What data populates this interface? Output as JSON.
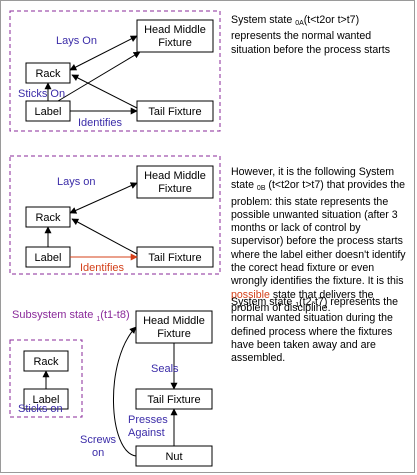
{
  "colors": {
    "label_blue": "#3b2ca8",
    "label_purple": "#8a2a9a",
    "highlight_red": "#d4401a",
    "border_purple": "#8a2a9a"
  },
  "panel1": {
    "nodes": {
      "head": [
        "Head Middle",
        "Fixture"
      ],
      "rack": "Rack",
      "label": "Label",
      "tail": "Tail Fixture"
    },
    "edges": {
      "lays_on": "Lays On",
      "sticks_on": "Sticks On",
      "identifies": "Identifies"
    },
    "text": {
      "p1": "System state ",
      "sub": "0A",
      "p2": "(t<t2or t>t7) represents the normal wanted situation before the process starts"
    }
  },
  "panel2": {
    "nodes": {
      "head": [
        "Head Middle",
        "Fixture"
      ],
      "rack": "Rack",
      "label": "Label",
      "tail": "Tail Fixture"
    },
    "edges": {
      "lays_on": "Lays on",
      "identifies": "Identifies"
    },
    "text": {
      "p1": "However, it is the following System state ",
      "sub": "0B",
      "p2": " (t<t2or t>t7) that provides the problem: this state represents the possible unwanted situation (after 3 months or lack of control by supervisor) before the process starts where the label either doesn't identify the corect head fixture or even wrongly identifies the fixture. It is this ",
      "highlight": "possible",
      "p3": " state that delivers the problem of discipline."
    }
  },
  "panel3": {
    "subsystem_title": "Subsystem state ",
    "subsystem_sub": "1",
    "subsystem_time": "(t1-t8)",
    "nodes": {
      "head": [
        "Head Middle",
        "Fixture"
      ],
      "rack": "Rack",
      "label": "Label",
      "tail": "Tail Fixture",
      "nut": "Nut"
    },
    "edges": {
      "sticks_on": "Sticks on",
      "seals": "Seals",
      "presses": [
        "Presses",
        "Against"
      ],
      "screws": [
        "Screws",
        "on"
      ]
    },
    "text": {
      "p1": "System state ",
      "sub": "1",
      "p2": "(t2-t7) represents the normal wanted situation during the defined process where the fixtures have been taken away and are assembled."
    }
  }
}
